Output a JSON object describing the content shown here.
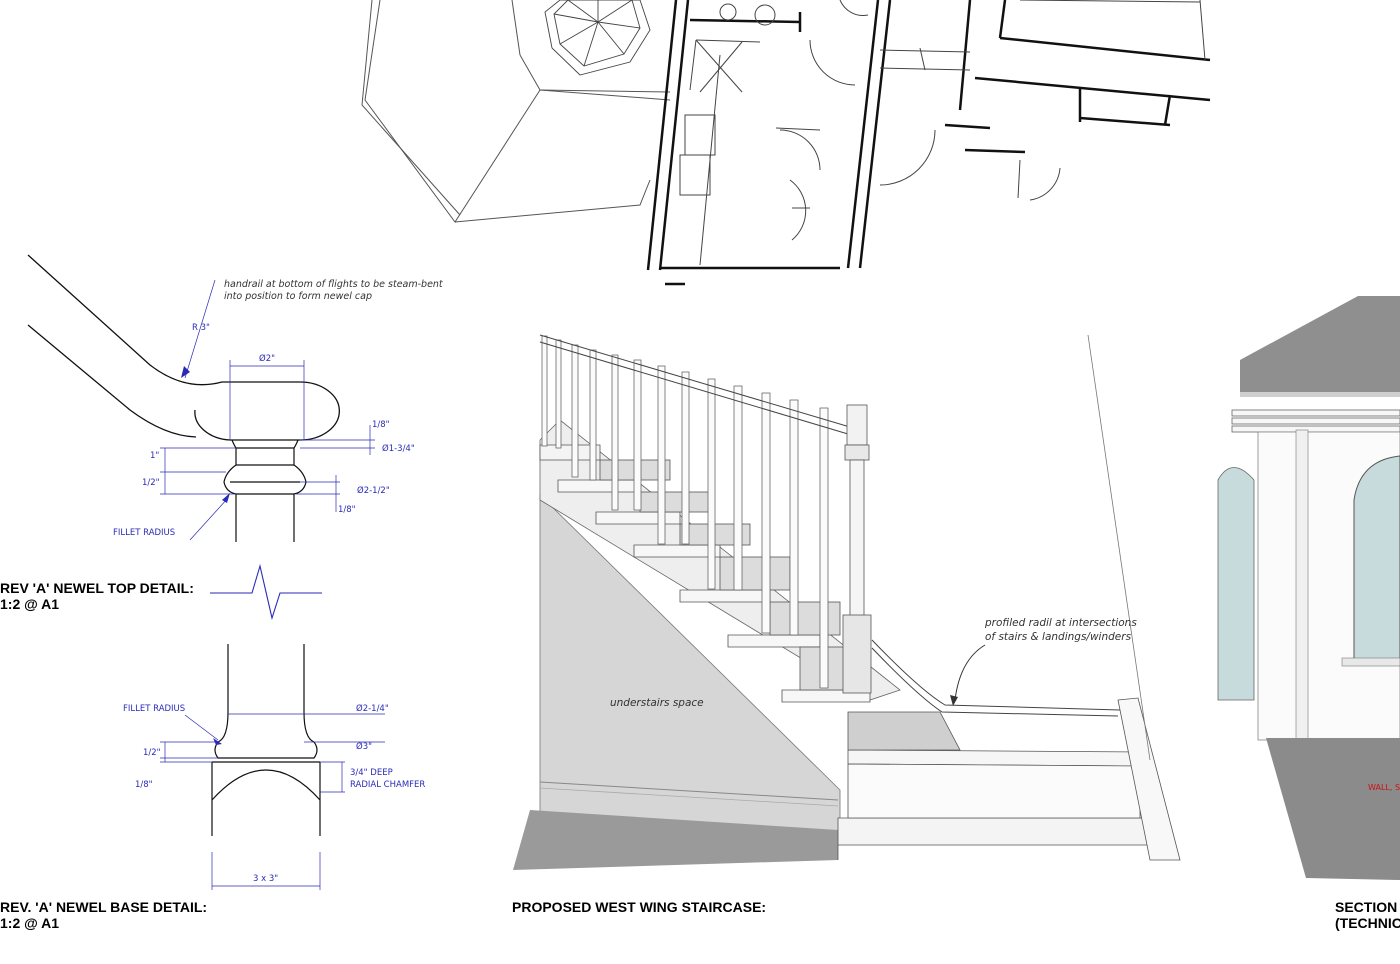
{
  "titles": {
    "newel_top": "REV 'A' NEWEL TOP DETAIL:",
    "newel_top_scale": "1:2 @ A1",
    "newel_base": "REV. 'A' NEWEL BASE DETAIL:",
    "newel_base_scale": "1:2 @ A1",
    "staircase": "PROPOSED WEST WING STAIRCASE:",
    "section": "SECTION",
    "section_sub": "(TECHNIC"
  },
  "top_detail": {
    "note_line1": "handrail at bottom of flights to be steam-bent",
    "note_line2": "into position to form newel cap",
    "radius": "R 3\"",
    "dia_cap": "Ø2\"",
    "eighth_a": "1/8\"",
    "dia_134": "Ø1-3/4\"",
    "one_inch": "1\"",
    "half_inch": "1/2\"",
    "dia_212": "Ø2-1/2\"",
    "eighth_b": "1/8\"",
    "fillet": "FILLET RADIUS"
  },
  "base_detail": {
    "fillet": "FILLET RADIUS",
    "dia_214": "Ø2-1/4\"",
    "half_inch": "1/2\"",
    "dia_3": "Ø3\"",
    "eighth": "1/8\"",
    "chamfer_line1": "3/4\" DEEP",
    "chamfer_line2": "RADIAL CHAMFER",
    "size": "3 x 3\""
  },
  "stair": {
    "rail_note_line1": "profiled radil at intersections",
    "rail_note_line2": "of stairs & landings/winders",
    "under": "understairs space"
  },
  "section": {
    "wall_label": "WALL, S"
  },
  "colors": {
    "dimension_blue": "#2a2ab8",
    "grey_fill": "#d6d6d6",
    "dark_grey": "#8a8a8a",
    "label_red": "#d01010"
  }
}
